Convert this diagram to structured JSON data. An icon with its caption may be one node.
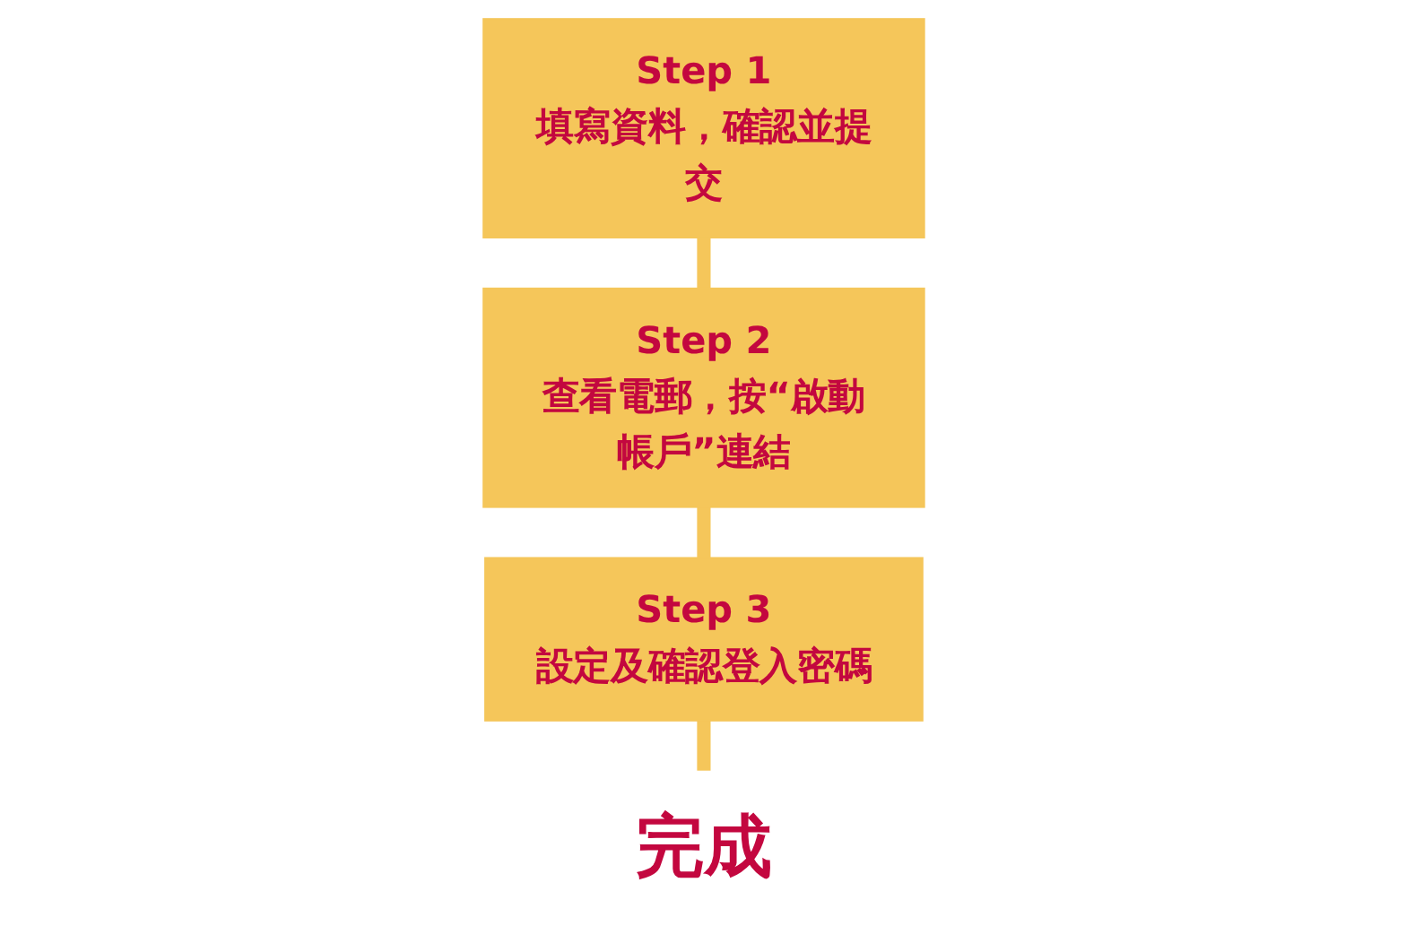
{
  "diagram": {
    "nodes": [
      {
        "text": [
          "Step 1",
          "填寫資料，確認並提交"
        ]
      },
      {
        "text": [
          "Step 2",
          "查看電郵，按“啟動帳戶”連結"
        ]
      },
      {
        "text": [
          "Step 3",
          "設定及確認登入密碼"
        ]
      },
      {
        "text": [
          "完成"
        ]
      }
    ],
    "edges": [
      {
        "from": 0,
        "to": 1,
        "arrow": "none"
      },
      {
        "from": 1,
        "to": 2,
        "arrow": "none"
      },
      {
        "from": 2,
        "to": 3,
        "arrow": "none"
      }
    ]
  }
}
